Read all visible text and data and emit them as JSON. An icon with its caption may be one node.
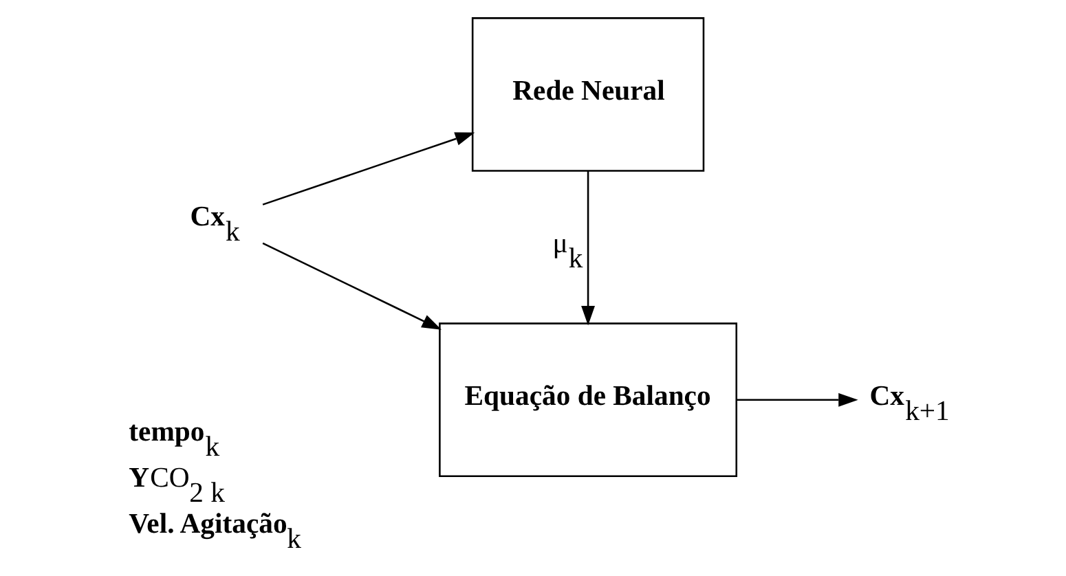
{
  "diagram": {
    "nodes": [
      {
        "text": [
          "**Cx**$_{k}$"
        ]
      },
      {
        "text": [
          "Rede Neural"
        ]
      },
      {
        "text": [
          "Equação de Balanço"
        ]
      },
      {
        "text": [
          "**Cx**$_{k+1}$"
        ]
      }
    ],
    "edges": [
      {
        "from": 0,
        "to": 1,
        "arrow": "to"
      },
      {
        "from": 0,
        "to": 2,
        "arrow": "to"
      },
      {
        "from": 1,
        "to": 2,
        "arrow": "to",
        "label": "μ$_{k}$"
      },
      {
        "from": 2,
        "to": 3,
        "arrow": "to"
      }
    ],
    "labels": [
      "**tempo**$_{k}$",
      "**Y**CO$_{2 k}$",
      "**Vel. Agitação**$_{k}$"
    ]
  }
}
